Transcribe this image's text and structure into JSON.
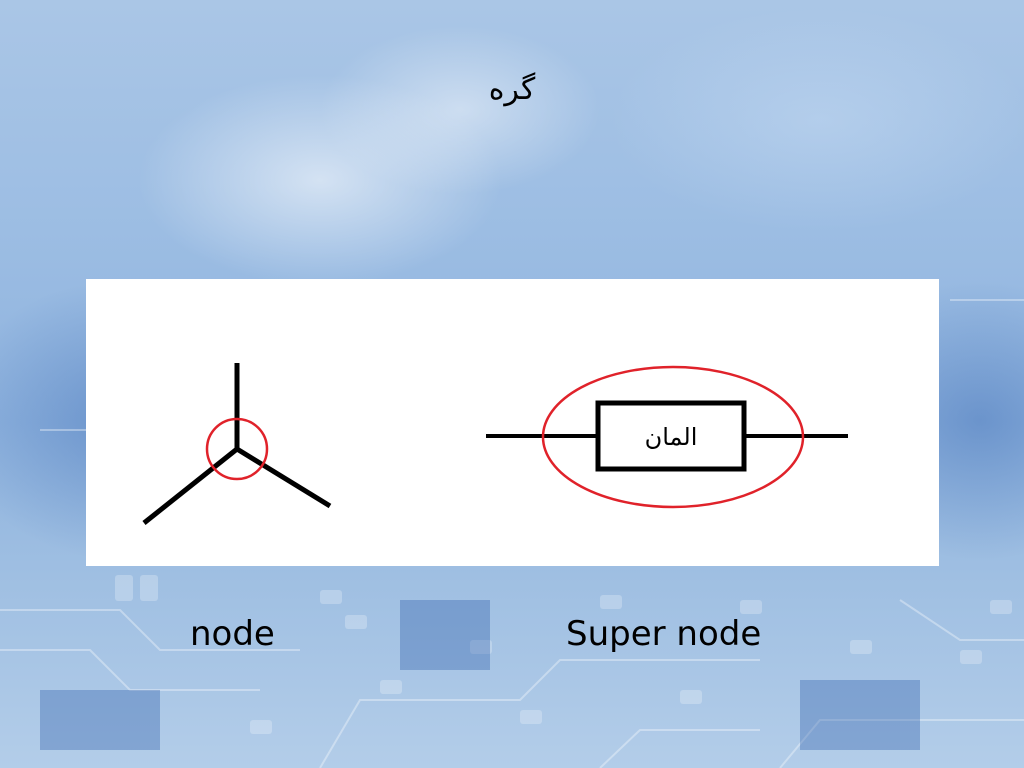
{
  "slide": {
    "title": "گره"
  },
  "diagram": {
    "element_label": "المان",
    "colors": {
      "wire": "#000000",
      "highlight": "#e0222a",
      "panel": "#ffffff"
    }
  },
  "captions": {
    "node": "node",
    "super_node": "Super node"
  }
}
